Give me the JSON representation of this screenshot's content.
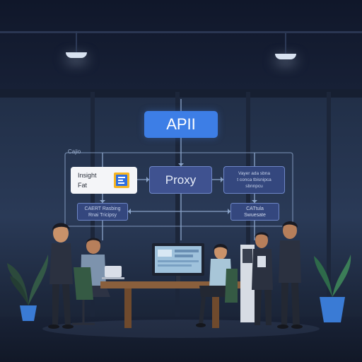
{
  "diagram": {
    "api_label": "APII",
    "corner_label": "Cajio",
    "insight_box": {
      "line1": "Insight",
      "line2": "Fat"
    },
    "proxy_label": "Proxy",
    "right_box": {
      "line1": "Vayer ada sbna",
      "line2": "t conca tbisnipca",
      "line3": "sbnnpcu"
    },
    "left_small_box": {
      "line1": "CAERT Rasbing",
      "line2": "Rnai Tricipsy"
    },
    "right_small_box": {
      "line1": "CATtula",
      "line2": "Swuesate"
    }
  },
  "colors": {
    "api_blue": "#3d7ee6",
    "node_fill": "#3f5290",
    "connector": "#8aa3c8",
    "background": "#223049"
  }
}
